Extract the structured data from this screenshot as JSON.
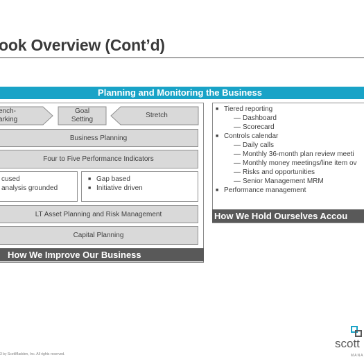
{
  "title": "ook Overview (Cont’d)",
  "banner": "Planning and Monitoring the Business",
  "left": {
    "arrows": {
      "bench": [
        "ench-",
        "arking"
      ],
      "goal": [
        "Goal",
        "Setting"
      ],
      "stretch": "Stretch"
    },
    "business_planning": "Business Planning",
    "kpis": "Four to Five Performance Indicators",
    "focused": [
      "cused",
      "analysis grounded"
    ],
    "gap_bullets": [
      "Gap based",
      "Initiative  driven"
    ],
    "lt_asset": "LT Asset Planning  and Risk Management",
    "capital": "Capital Planning",
    "footer": "How We Improve  Our Business"
  },
  "right": {
    "items": [
      {
        "level": 1,
        "text": "Tiered reporting"
      },
      {
        "level": 2,
        "text": "Dashboard"
      },
      {
        "level": 2,
        "text": "Scorecard"
      },
      {
        "level": 1,
        "text": "Controls calendar"
      },
      {
        "level": 2,
        "text": "Daily calls"
      },
      {
        "level": 2,
        "text": "Monthly  36-month plan review meeti"
      },
      {
        "level": 2,
        "text": "Monthly  money meetings/line item ov"
      },
      {
        "level": 2,
        "text": "Risks and opportunities"
      },
      {
        "level": 2,
        "text": "Senior Management  MRM"
      },
      {
        "level": 1,
        "text": "Performance management"
      }
    ],
    "footer": "How We Hold Ourselves Accou"
  },
  "footer_text": "3 by ScottMadden, Inc.  All rights reserved.",
  "logo": {
    "word": "scott",
    "sub": "MANA"
  },
  "colors": {
    "banner": "#19a3c7",
    "band": "#595959",
    "box": "#d9d9d9"
  }
}
